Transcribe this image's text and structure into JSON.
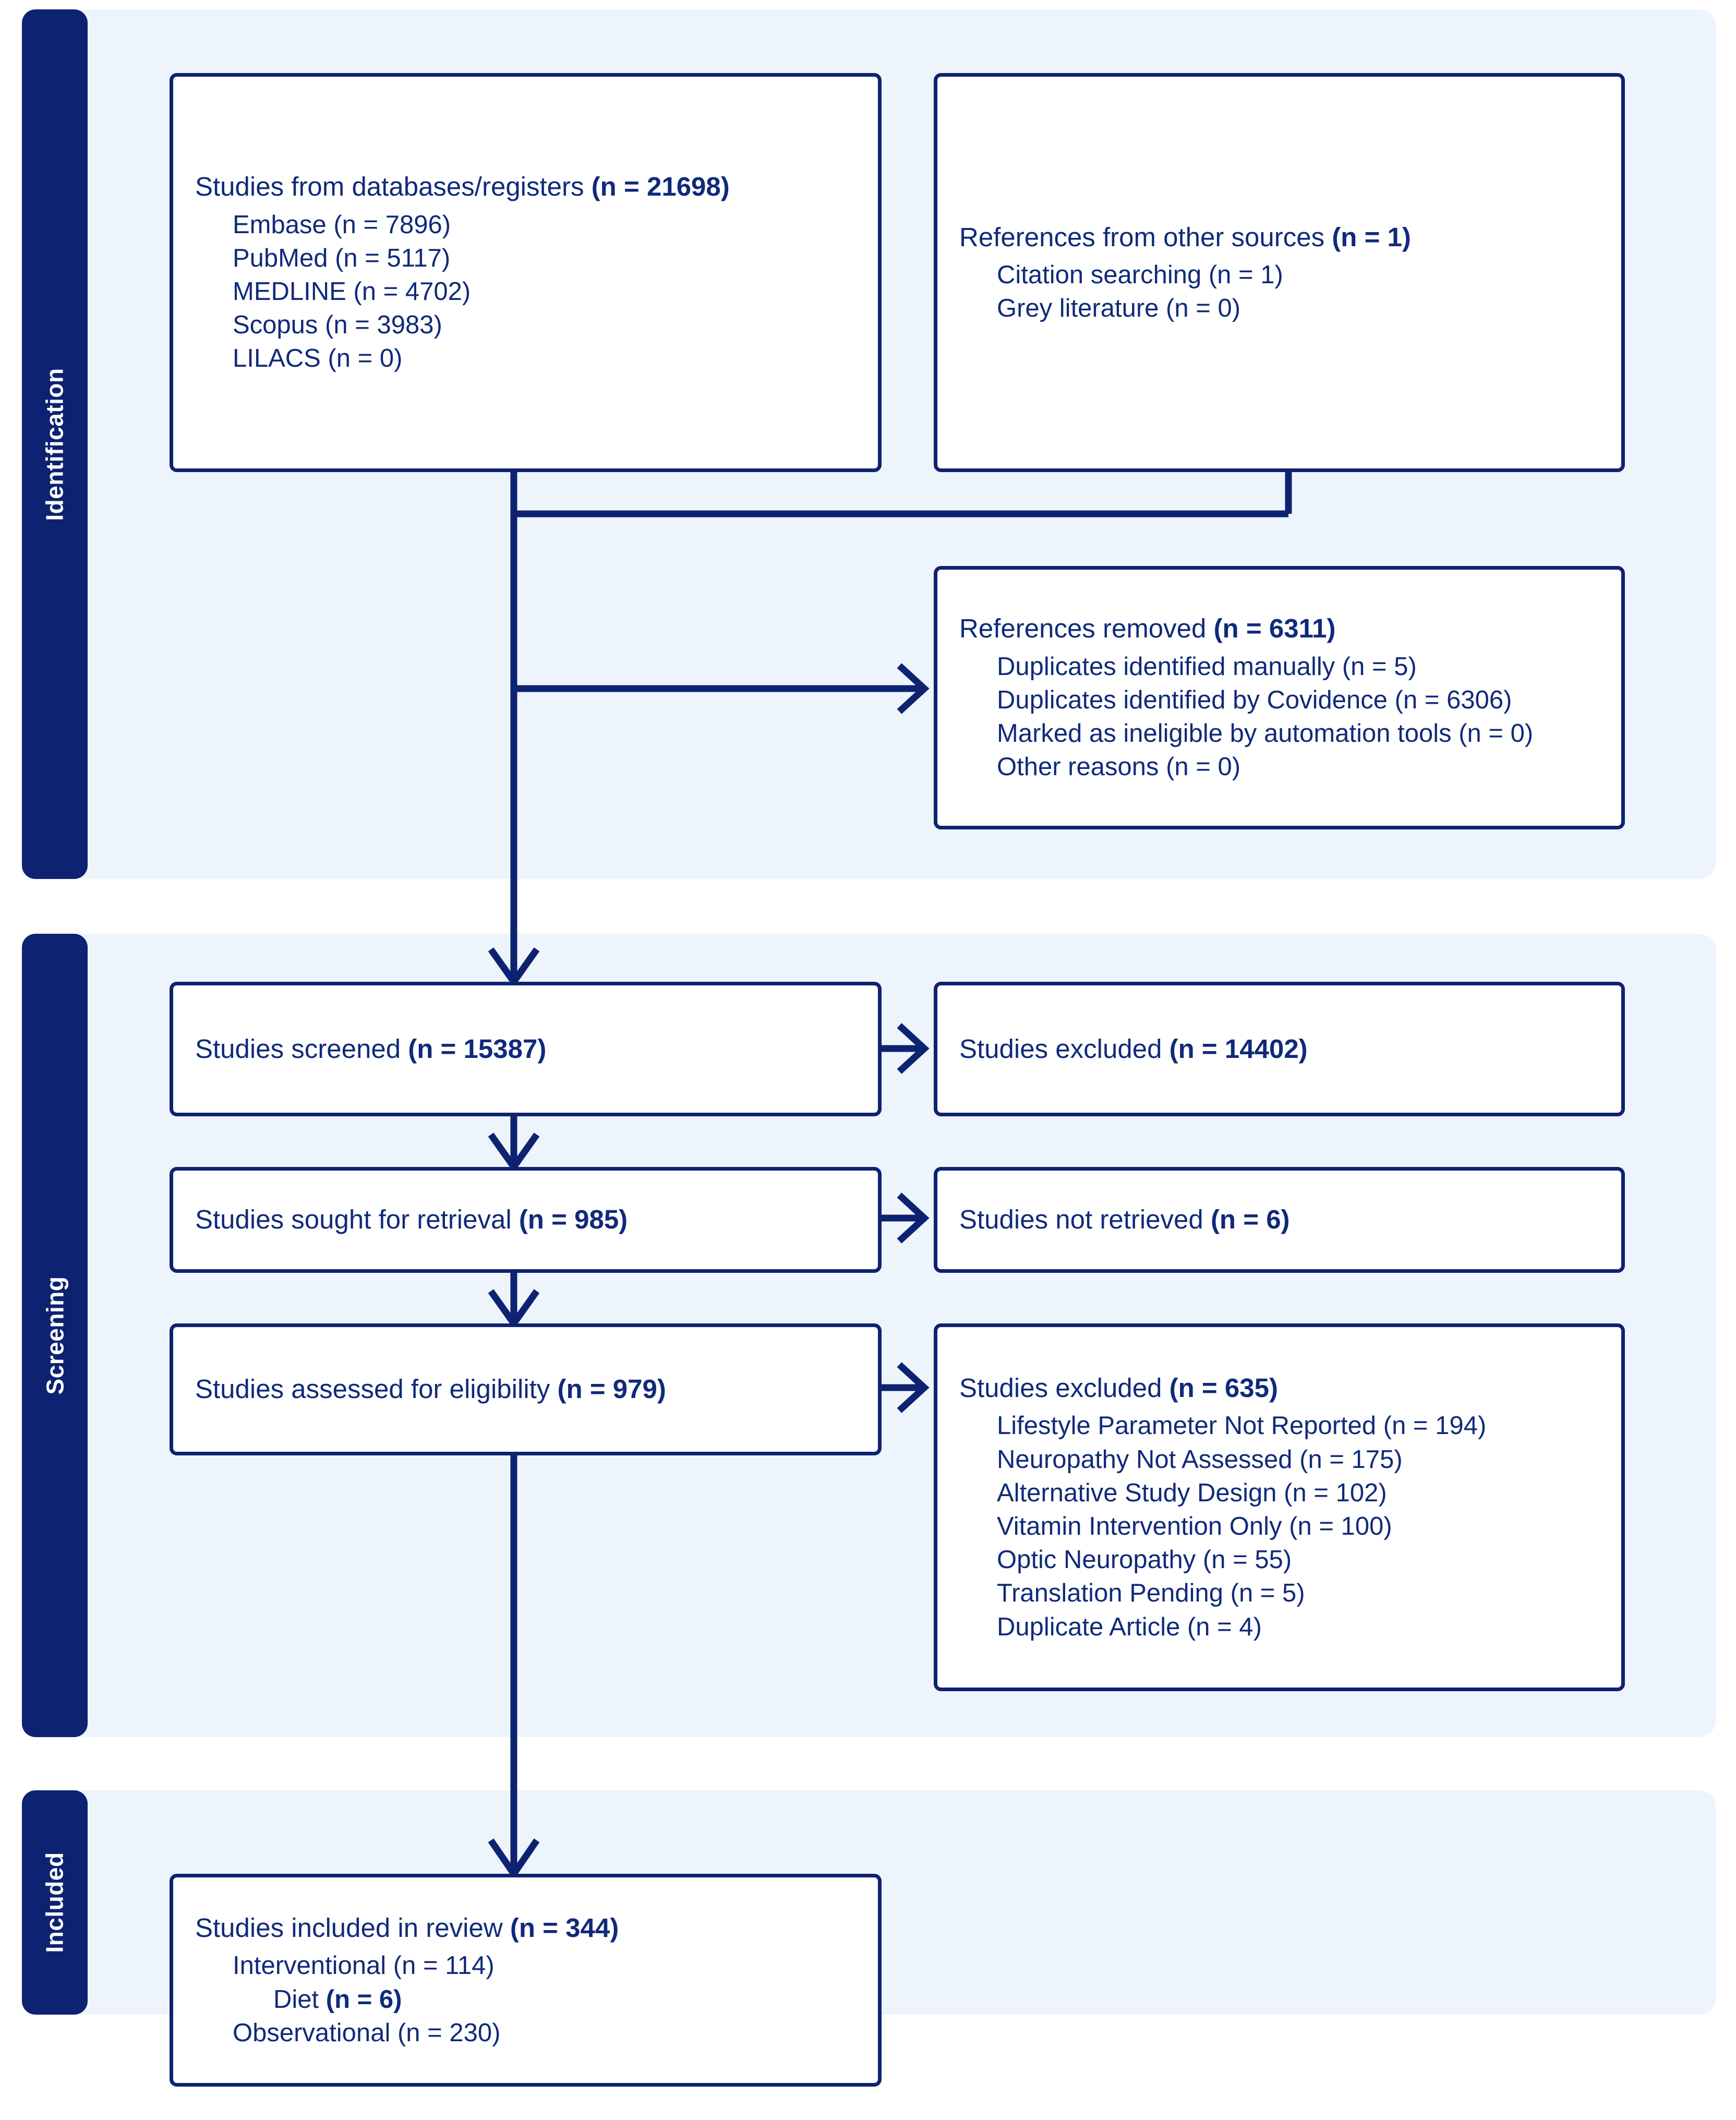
{
  "diagram": {
    "type": "prisma-flow-diagram",
    "accent_dark": "#0d2270",
    "band_fill": "#eef4fc",
    "text_color": "#102a7a",
    "box_fill": "#ffffff"
  },
  "phases": [
    {
      "id": "identification",
      "label": "Identification"
    },
    {
      "id": "screening",
      "label": "Screening"
    },
    {
      "id": "included",
      "label": "Included"
    }
  ],
  "nodes": {
    "databases": {
      "head_text": "Studies from databases/registers ",
      "head_count": "(n = 21698)",
      "items": [
        "Embase (n = 7896)",
        "PubMed (n = 5117)",
        "MEDLINE (n = 4702)",
        "Scopus (n = 3983)",
        "LILACS (n = 0)"
      ]
    },
    "other_sources": {
      "head_text": "References from other sources ",
      "head_count": "(n = 1)",
      "items": [
        "Citation searching (n = 1)",
        "Grey literature (n = 0)"
      ]
    },
    "removed": {
      "head_text": "References removed ",
      "head_count": "(n = 6311)",
      "items": [
        "Duplicates identified manually (n = 5)",
        "Duplicates identified by Covidence (n = 6306)",
        "Marked as ineligible by automation tools (n = 0)",
        "Other reasons (n = 0)"
      ]
    },
    "screened": {
      "head_text": "Studies screened ",
      "head_count": "(n = 15387)"
    },
    "screened_excluded": {
      "head_text": "Studies excluded ",
      "head_count": "(n = 14402)"
    },
    "sought": {
      "head_text": "Studies sought for retrieval ",
      "head_count": "(n = 985)"
    },
    "not_retrieved": {
      "head_text": "Studies not retrieved ",
      "head_count": "(n = 6)"
    },
    "assessed": {
      "head_text": "Studies assessed for eligibility ",
      "head_count": "(n = 979)"
    },
    "eligibility_excluded": {
      "head_text": "Studies excluded ",
      "head_count": "(n = 635)",
      "items": [
        "Lifestyle Parameter Not Reported (n = 194)",
        "Neuropathy Not Assessed (n = 175)",
        "Alternative Study Design (n = 102)",
        "Vitamin Intervention Only (n = 100)",
        "Optic Neuropathy (n = 55)",
        "Translation Pending (n = 5)",
        "Duplicate Article (n = 4)"
      ]
    },
    "included": {
      "head_text": "Studies included in review ",
      "head_count": "(n = 344)",
      "items": [
        "Interventional (n = 114)",
        "Diet ",
        "Observational (n = 230)"
      ],
      "diet_count": "(n = 6)"
    }
  }
}
